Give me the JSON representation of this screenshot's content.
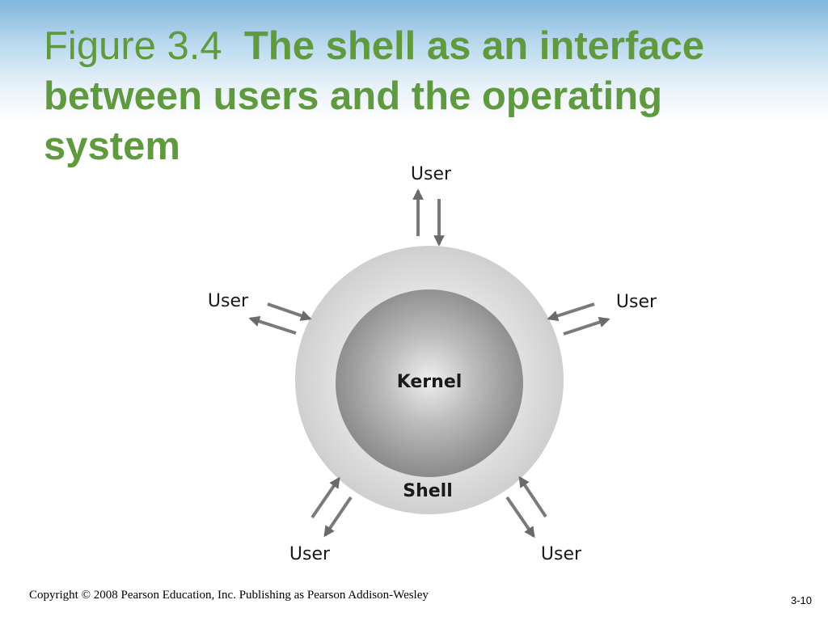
{
  "slide": {
    "title_prefix": "Figure 3.4",
    "title_main": "The shell as an interface between users and the operating system"
  },
  "diagram": {
    "center_label": "Kernel",
    "ring_label": "Shell",
    "users": [
      {
        "label": "User"
      },
      {
        "label": "User"
      },
      {
        "label": "User"
      },
      {
        "label": "User"
      },
      {
        "label": "User"
      }
    ]
  },
  "footer": {
    "copyright": "Copyright © 2008 Pearson Education, Inc. Publishing as Pearson Addison-Wesley",
    "page_number": "3-10"
  }
}
